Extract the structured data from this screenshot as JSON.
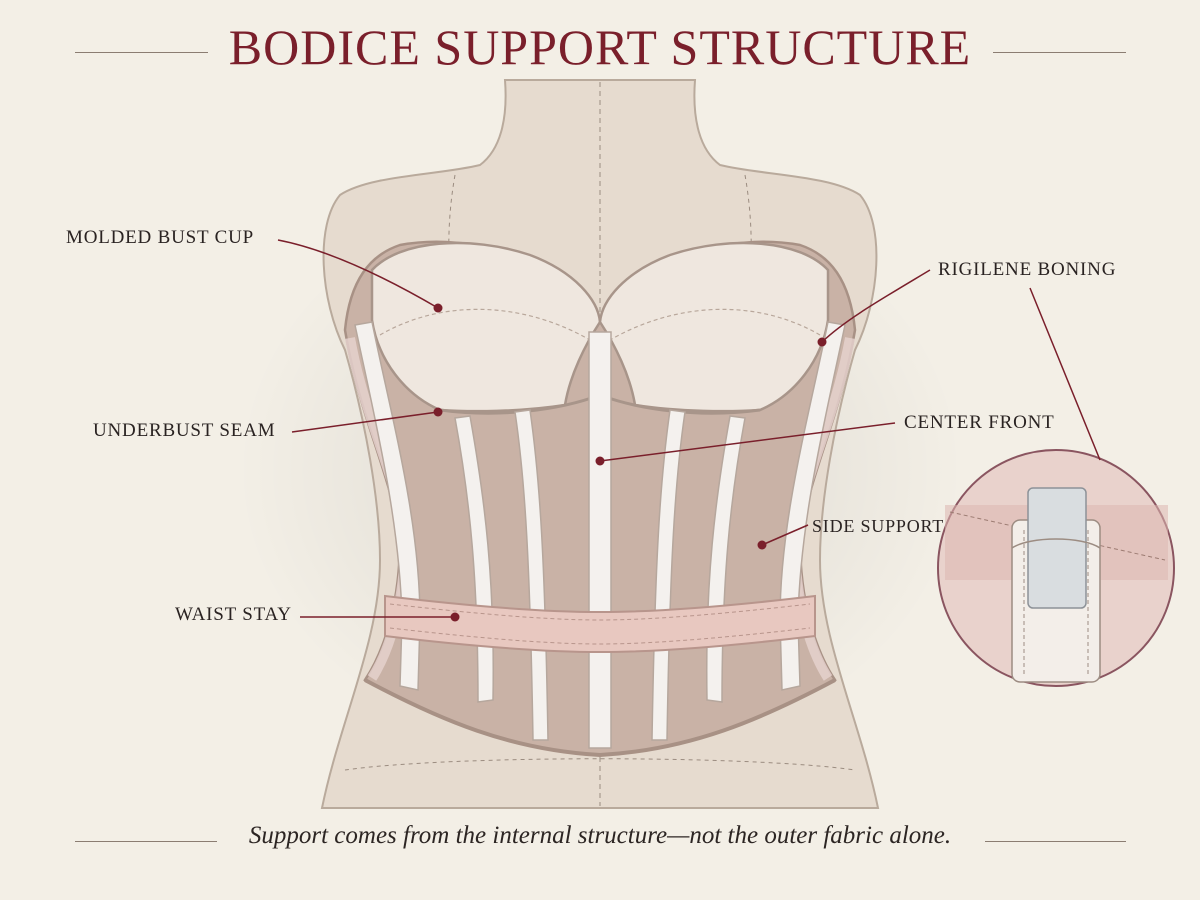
{
  "title": "BODICE SUPPORT STRUCTURE",
  "caption": "Support comes from the internal structure—not the outer fabric alone.",
  "labels": {
    "molded_bust_cup": "MOLDED BUST CUP",
    "underbust_seam": "UNDERBUST SEAM",
    "waist_stay": "WAIST STAY",
    "rigilene_boning": "RIGILENE BONING",
    "center_front": "CENTER FRONT",
    "side_support": "SIDE SUPPORT"
  },
  "colors": {
    "title": "#7a1f2b",
    "leader": "#7a1f2b",
    "background": "#f3efe6",
    "mannequin": "#e6dbcf",
    "corset_mesh": "#c9b2a6",
    "boning": "#f4f1ee",
    "waist_stay": "#e8c8c0"
  }
}
